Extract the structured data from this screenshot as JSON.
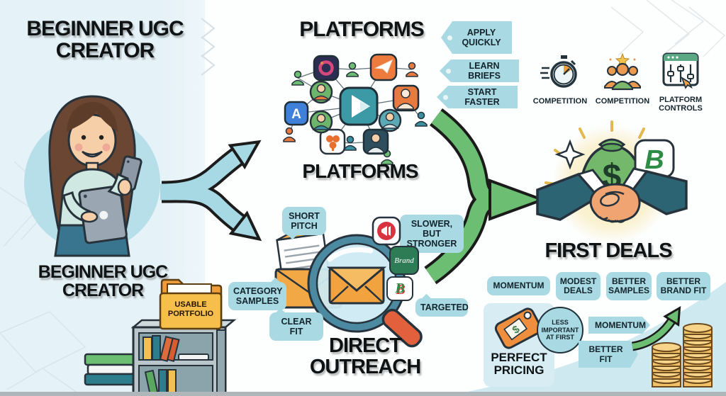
{
  "colors": {
    "panel_blue": "#e5f2f7",
    "badge_blue": "#a9dae3",
    "arrow_teal": "#a7d9e4",
    "arrow_green": "#6cbf72",
    "accent_orange": "#f0a03f",
    "swoosh_blue": "#cfe9f0",
    "ink": "#15262e"
  },
  "intro": {
    "title": "BEGINNER UGC CREATOR",
    "caption": "BEGINNER UGC CREATOR",
    "portfolio_label": "USABLE PORTFOLIO"
  },
  "platforms": {
    "heading": "PLATFORMS",
    "caption": "PLATFORMS",
    "tags": [
      "APPLY QUICKLY",
      "LEARN BRIEFS",
      "START FASTER"
    ],
    "drawbacks": [
      {
        "icon": "stopwatch-icon",
        "label": "COMPETITION"
      },
      {
        "icon": "crowd-icon",
        "label": "COMPETITION"
      },
      {
        "icon": "platform-controls-icon",
        "label": "PLATFORM CONTROLS"
      }
    ],
    "network_icons": [
      "play-store-icon",
      "instagram-icon",
      "telegram-icon",
      "app-store-icon",
      "avatar-icon",
      "clover-icon"
    ]
  },
  "direct_outreach": {
    "heading": "DIRECT OUTREACH",
    "bubbles": {
      "short_pitch": "SHORT PITCH",
      "category_samples": "CATEGORY SAMPLES",
      "clear_fit": "CLEAR FIT",
      "slower_but_stronger": "SLOWER, BUT STRONGER",
      "targeted": "TARGETED"
    },
    "brand_tile_text": "Brand",
    "b_logo_text": "B"
  },
  "first_deals": {
    "heading": "FIRST DEALS",
    "badges": [
      "MOMENTUM",
      "MODEST DEALS",
      "BETTER SAMPLES",
      "BETTER BRAND FIT"
    ],
    "pricing_label": "PERFECT PRICING",
    "pricing_note": "LESS IMPORTANT AT FIRST",
    "growth_tags": [
      "MOMENTUM",
      "BETTER FIT"
    ],
    "money_symbol": "$",
    "b_logo_text": "B"
  }
}
